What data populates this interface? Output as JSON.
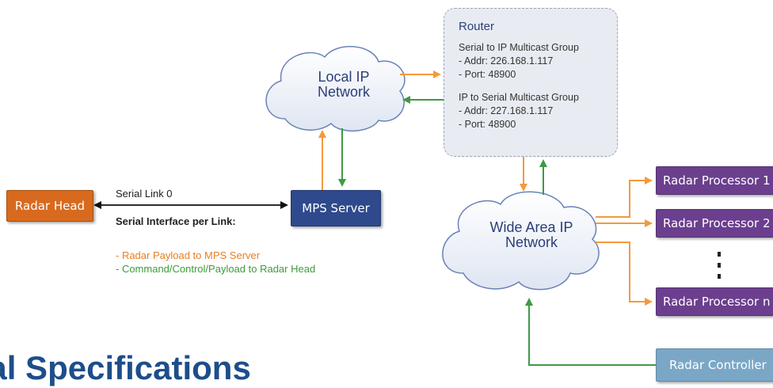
{
  "clouds": {
    "local": {
      "line1": "Local IP",
      "line2": "Network"
    },
    "wan": {
      "line1": "Wide Area IP",
      "line2": "Network"
    }
  },
  "router": {
    "title": "Router",
    "group1": {
      "title": "Serial to IP Multicast Group",
      "addr": "- Addr: 226.168.1.117",
      "port": "- Port: 48900"
    },
    "group2": {
      "title": "IP to Serial Multicast Group",
      "addr": "- Addr: 227.168.1.117",
      "port": "- Port: 48900"
    }
  },
  "nodes": {
    "radar_head": "Radar Head",
    "mps_server": "MPS Server",
    "processors": [
      "Radar Processor 1",
      "Radar Processor 2",
      "Radar Processor n"
    ],
    "controller": "Radar Controller"
  },
  "serial_link": {
    "label": "Serial Link 0",
    "interface_title": "Serial Interface per Link:",
    "orange_item": "- Radar Payload to MPS Server",
    "green_item": "- Command/Control/Payload to Radar Head"
  },
  "heading": "cal Specifications",
  "colors": {
    "orange": "#f39a3c",
    "green": "#3f9a45",
    "orange_text": "#e67e22",
    "green_text": "#3e9a3a"
  }
}
